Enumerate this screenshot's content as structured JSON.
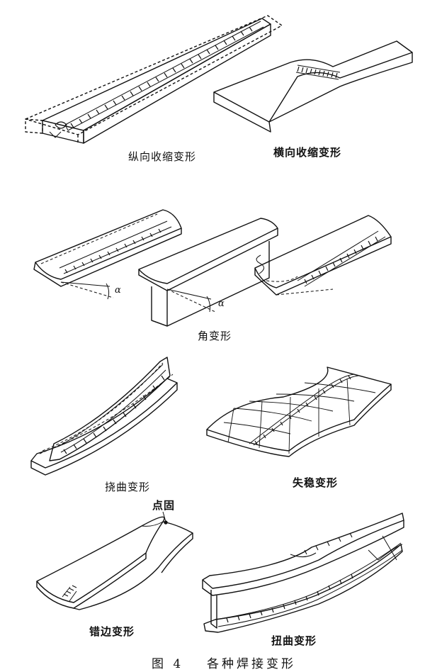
{
  "labels": {
    "longitudinal": "纵向收缩变形",
    "transverse": "横向收缩变形",
    "angular": "角变形",
    "bending": "挠曲变形",
    "buckling": "失稳变形",
    "tack_weld": "点固",
    "misalignment": "错边变形",
    "twisting": "扭曲变形",
    "angle_symbol_1": "α",
    "angle_symbol_2": "α"
  },
  "caption": {
    "figure_number": "图 4",
    "title": "各种焊接变形"
  }
}
